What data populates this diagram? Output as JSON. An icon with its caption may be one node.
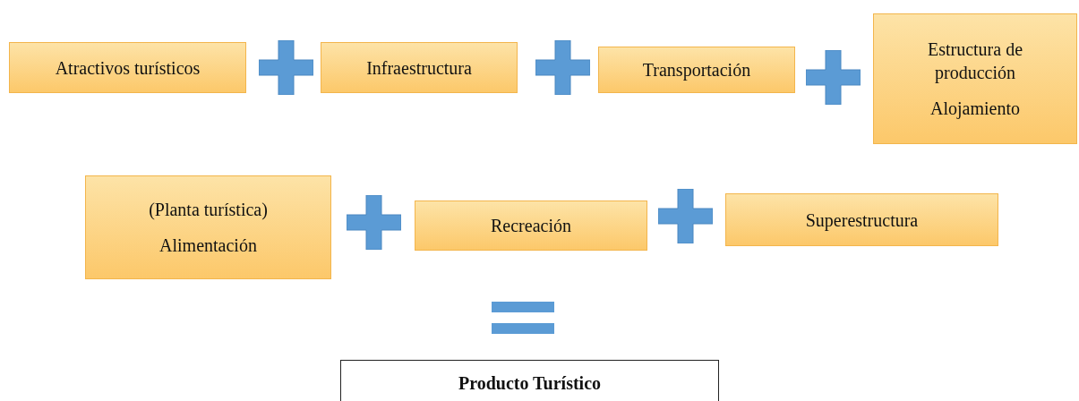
{
  "diagram": {
    "nodes": [
      {
        "text": [
          "Atractivos turísticos"
        ]
      },
      {
        "text": [
          "Infraestructura"
        ]
      },
      {
        "text": [
          "Transportación"
        ]
      },
      {
        "text": [
          "Estructura de producción",
          "Alojamiento"
        ]
      },
      {
        "text": [
          "(Planta turística)",
          "Alimentación"
        ]
      },
      {
        "text": [
          "Recreación"
        ]
      },
      {
        "text": [
          "Superestructura"
        ]
      },
      {
        "text": [
          "Producto Turístico"
        ]
      }
    ]
  }
}
